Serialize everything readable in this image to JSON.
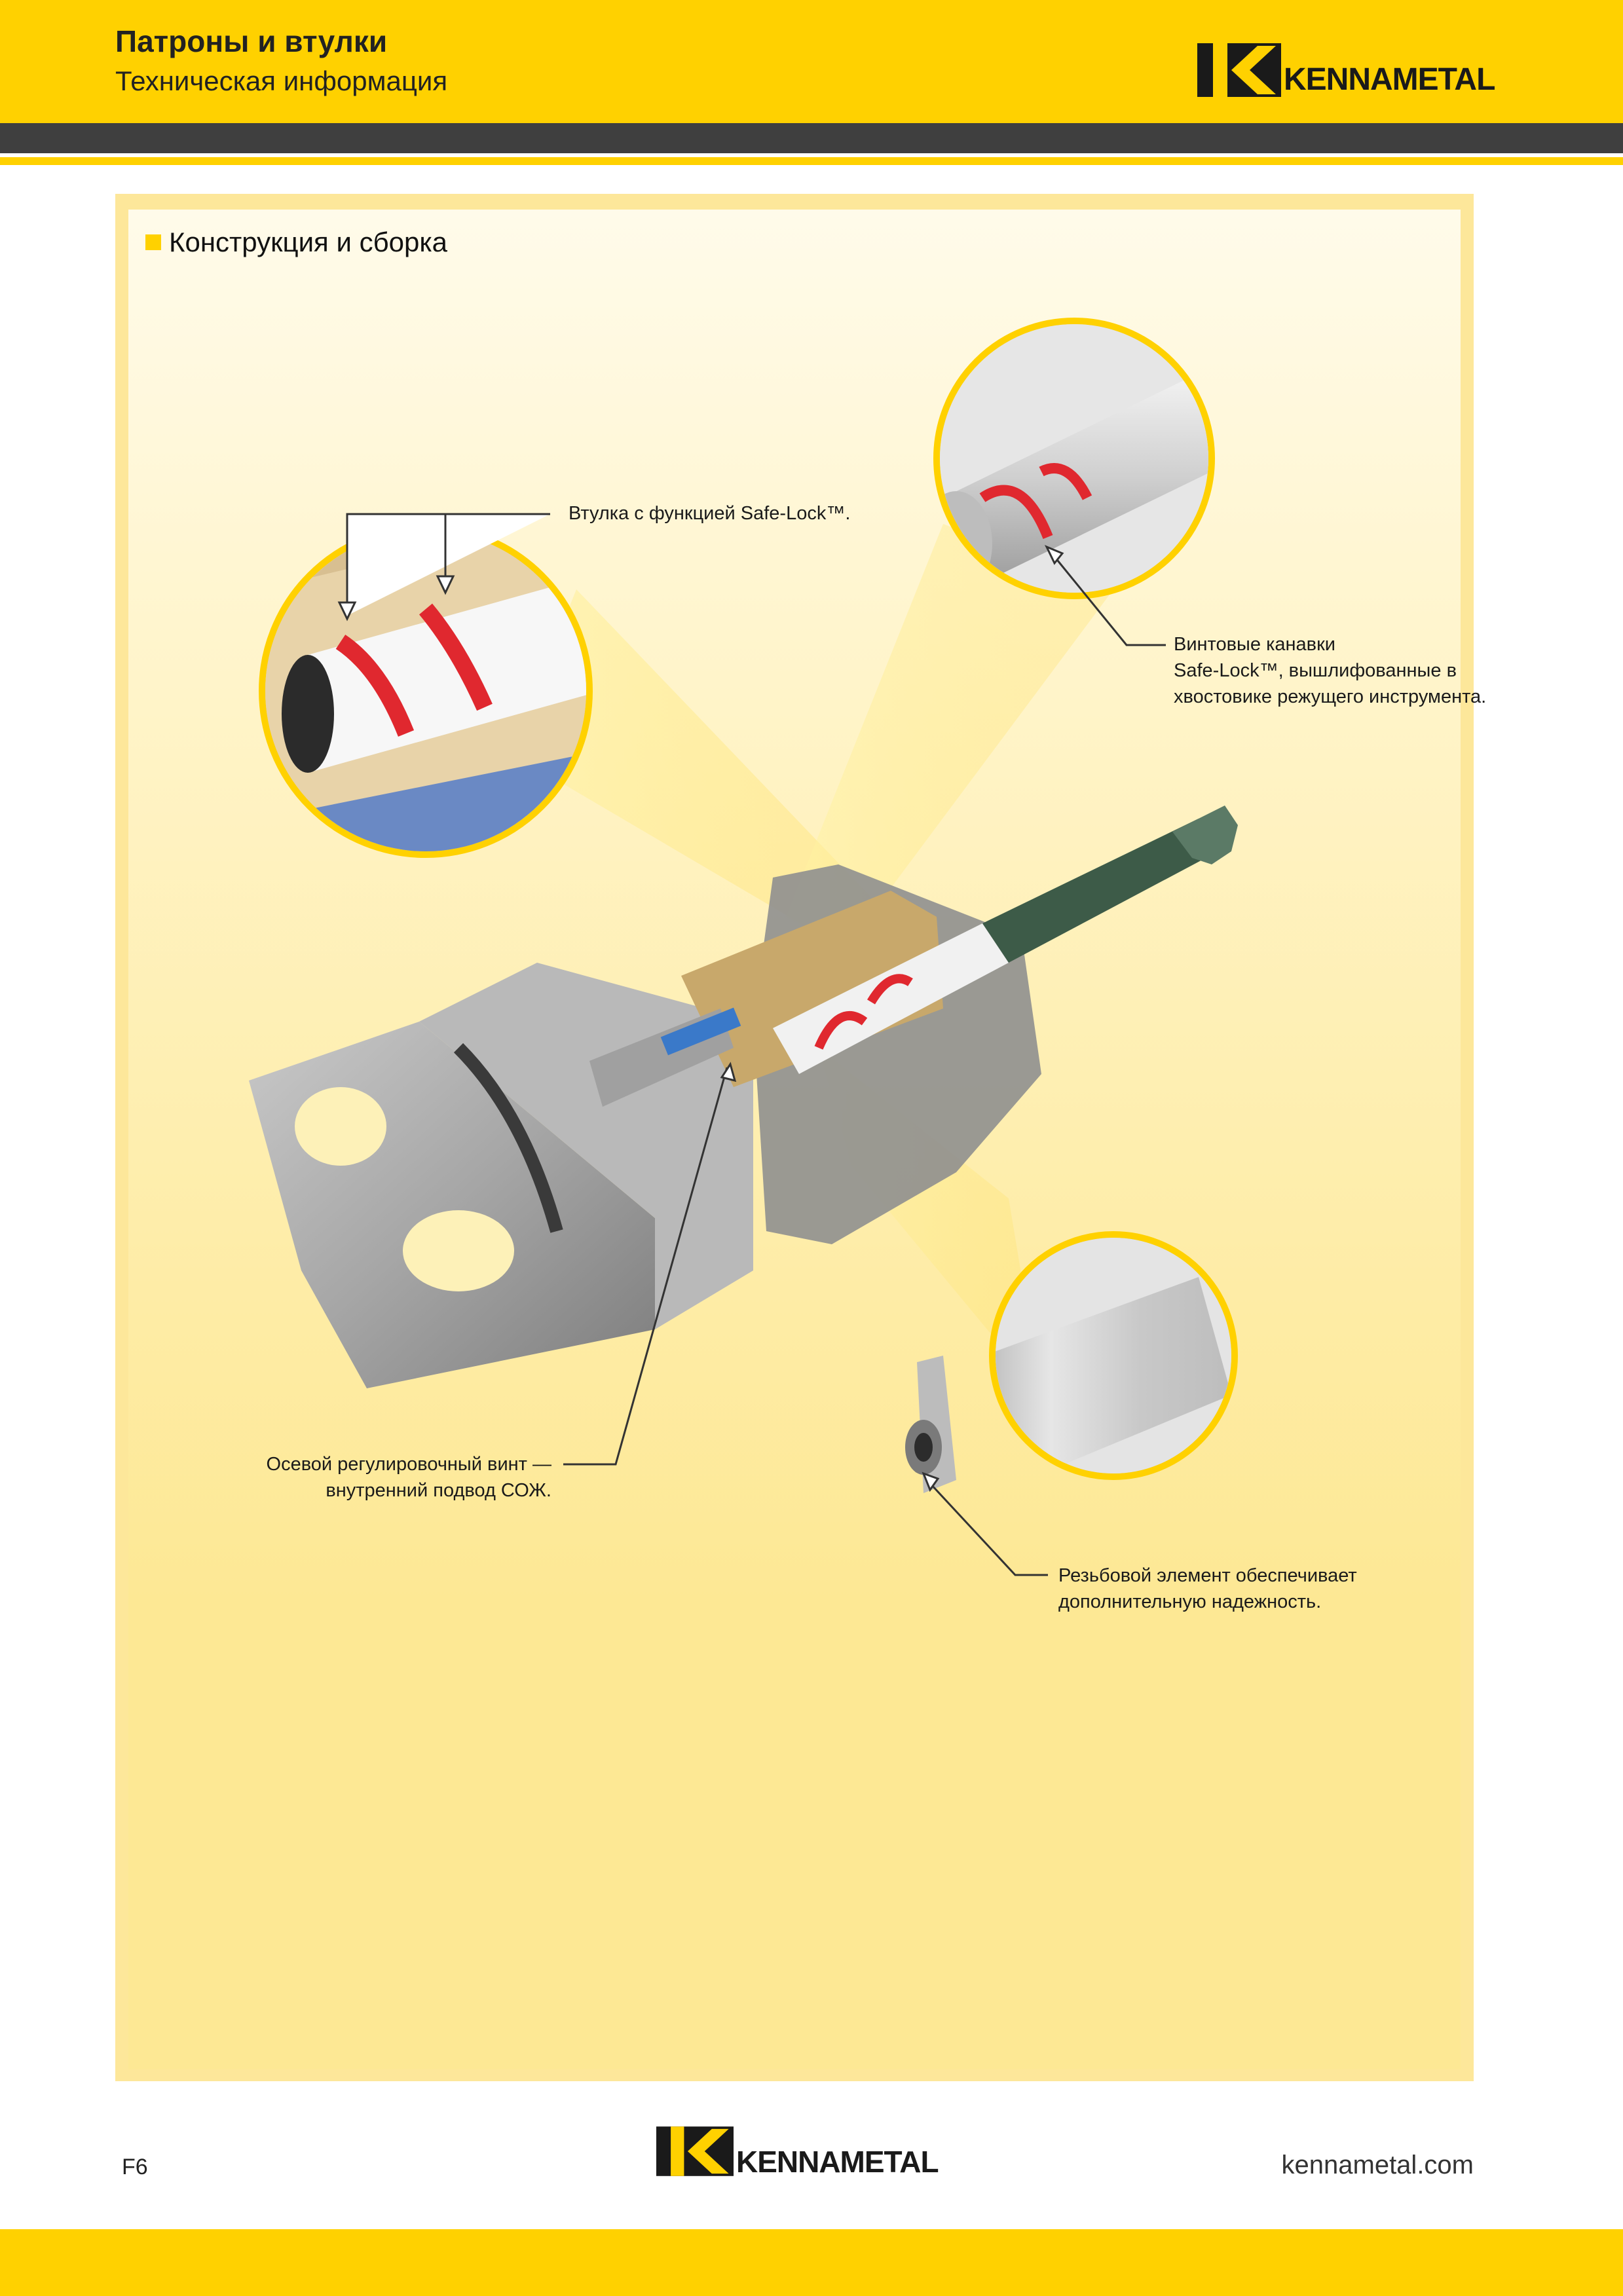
{
  "header": {
    "title": "Патроны и втулки",
    "subtitle": "Техническая информация",
    "brand": "KENNAMETAL"
  },
  "section": {
    "title": "Конструкция и сборка"
  },
  "callouts": {
    "sleeve": "Втулка с функцией Safe-Lock™.",
    "grooves_line1": "Винтовые канавки",
    "grooves_line2": "Safe-Lock™, вышлифованные в",
    "grooves_line3": "хвостовике режущего инструмента.",
    "screw_line1": "Осевой регулировочный винт —",
    "screw_line2": "внутренний подвод СОЖ.",
    "thread_line1": "Резьбовой элемент обеспечивает",
    "thread_line2": "дополнительную надежность."
  },
  "footer": {
    "page": "F6",
    "brand": "KENNAMETAL",
    "url": "kennametal.com"
  },
  "colors": {
    "brand_yellow": "#ffd100",
    "dark_band": "#3f3f3f",
    "accent_red": "#e0282f"
  }
}
